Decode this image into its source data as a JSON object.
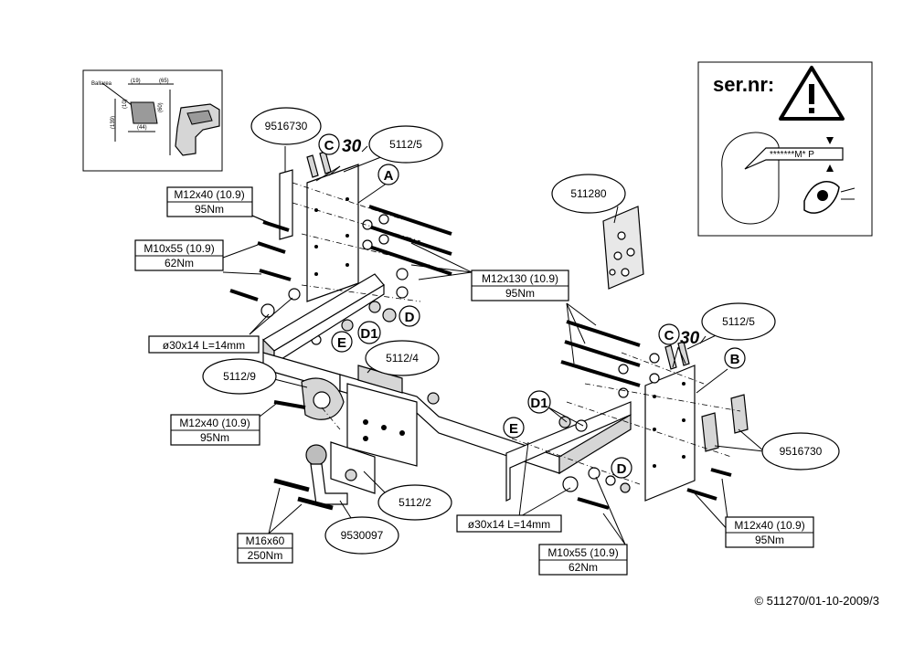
{
  "labels": {
    "p9516730_top": "9516730",
    "p5112_5_left": "5112/5",
    "p5112_5_right": "5112/5",
    "p511280": "511280",
    "p5112_4": "5112/4",
    "p5112_9": "5112/9",
    "p5112_2": "5112/2",
    "p9530097": "9530097",
    "p9516730_right": "9516730",
    "bolt_m12x40_top_1": "M12x40 (10.9)",
    "bolt_m12x40_top_2": "95Nm",
    "bolt_m10x55_top_1": "M10x55 (10.9)",
    "bolt_m10x55_top_2": "62Nm",
    "spacer_top": "ø30x14 L=14mm",
    "bolt_m12x130_1": "M12x130 (10.9)",
    "bolt_m12x130_2": "95Nm",
    "bolt_m12x40_mid_1": "M12x40 (10.9)",
    "bolt_m12x40_mid_2": "95Nm",
    "bolt_m16x60_1": "M16x60",
    "bolt_m16x60_2": "250Nm",
    "spacer_bottom": "ø30x14 L=14mm",
    "bolt_m10x55_bot_1": "M10x55 (10.9)",
    "bolt_m10x55_bot_2": "62Nm",
    "bolt_m12x40_right_1": "M12x40 (10.9)",
    "bolt_m12x40_right_2": "95Nm"
  },
  "letters": {
    "c_left": "C",
    "thirty_left": "30",
    "a": "A",
    "d_top": "D",
    "d1_top": "D1",
    "e_top": "E",
    "c_right": "C",
    "thirty_right": "30",
    "b": "B",
    "d1_bottom": "D1",
    "e_bottom": "E",
    "d_bottom": "D"
  },
  "inset": {
    "area_label": "Ballarea",
    "dim_19": "(19)",
    "dim_65": "(65)",
    "dim_10": "(10)",
    "dim_139": "(139)",
    "dim_44": "(44)",
    "dim_60": "(60)"
  },
  "warning_box": {
    "title": "ser.nr:",
    "plate_text": "*******M* P"
  },
  "copyright": "© 511270/01-10-2009/3"
}
